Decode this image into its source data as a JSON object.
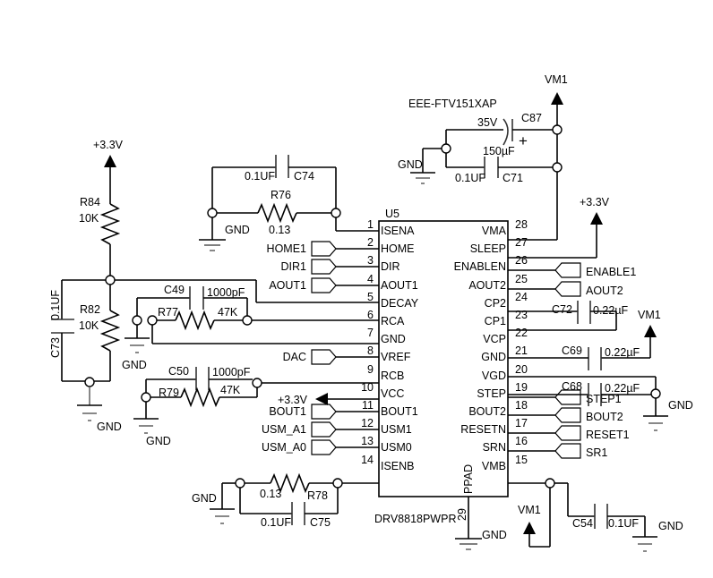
{
  "ic": {
    "ref": "U5",
    "part": "DRV8818PWPR",
    "pad": {
      "name": "PPAD",
      "num": "29"
    },
    "left_pins": [
      {
        "num": "1",
        "name": "ISENA"
      },
      {
        "num": "2",
        "name": "HOME"
      },
      {
        "num": "3",
        "name": "DIR"
      },
      {
        "num": "4",
        "name": "AOUT1"
      },
      {
        "num": "5",
        "name": "DECAY"
      },
      {
        "num": "6",
        "name": "RCA"
      },
      {
        "num": "7",
        "name": "GND"
      },
      {
        "num": "8",
        "name": "VREF"
      },
      {
        "num": "9",
        "name": "RCB"
      },
      {
        "num": "10",
        "name": "VCC"
      },
      {
        "num": "11",
        "name": "BOUT1"
      },
      {
        "num": "12",
        "name": "USM1"
      },
      {
        "num": "13",
        "name": "USM0"
      },
      {
        "num": "14",
        "name": "ISENB"
      }
    ],
    "right_pins": [
      {
        "num": "28",
        "name": "VMA"
      },
      {
        "num": "27",
        "name": "SLEEP"
      },
      {
        "num": "26",
        "name": "ENABLEN"
      },
      {
        "num": "25",
        "name": "AOUT2"
      },
      {
        "num": "24",
        "name": "CP2"
      },
      {
        "num": "23",
        "name": "CP1"
      },
      {
        "num": "22",
        "name": "VCP"
      },
      {
        "num": "21",
        "name": "GND"
      },
      {
        "num": "20",
        "name": "VGD"
      },
      {
        "num": "19",
        "name": "STEP"
      },
      {
        "num": "18",
        "name": "BOUT2"
      },
      {
        "num": "17",
        "name": "RESETN"
      },
      {
        "num": "16",
        "name": "SRN"
      },
      {
        "num": "15",
        "name": "VMB"
      }
    ]
  },
  "net_ports_left": [
    "HOME1",
    "DIR1",
    "AOUT1",
    "DAC",
    "BOUT1",
    "USM_A1",
    "USM_A0"
  ],
  "net_ports_right": [
    "ENABLE1",
    "AOUT2",
    "STEP1",
    "BOUT2",
    "RESET1",
    "SR1"
  ],
  "power": {
    "vm1": "VM1",
    "v33": "+3.3V",
    "gnd": "GND"
  },
  "components": {
    "c87": {
      "ref": "C87",
      "value": "150µF",
      "voltage": "35V",
      "part": "EEE-FTV151XAP",
      "polarity": "+"
    },
    "c71": {
      "ref": "C71",
      "value": "0.1UF"
    },
    "c74": {
      "ref": "C74",
      "value": "0.1UF"
    },
    "r76": {
      "ref": "R76",
      "value": "0.13"
    },
    "r84": {
      "ref": "R84",
      "value": "10K"
    },
    "r82": {
      "ref": "R82",
      "value": "10K"
    },
    "c73": {
      "ref": "C73",
      "value": "0.1UF"
    },
    "c49": {
      "ref": "C49",
      "value": "1000pF"
    },
    "r77": {
      "ref": "R77",
      "value": "47K"
    },
    "c50": {
      "ref": "C50",
      "value": "1000pF"
    },
    "r79": {
      "ref": "R79",
      "value": "47K"
    },
    "r78": {
      "ref": "R78",
      "value": "0.13"
    },
    "c75": {
      "ref": "C75",
      "value": "0.1UF"
    },
    "c72": {
      "ref": "C72",
      "value": "0.22µF"
    },
    "c69": {
      "ref": "C69",
      "value": "0.22µF"
    },
    "c68": {
      "ref": "C68",
      "value": "0.22µF"
    },
    "c54": {
      "ref": "C54",
      "value": "0.1UF"
    }
  }
}
